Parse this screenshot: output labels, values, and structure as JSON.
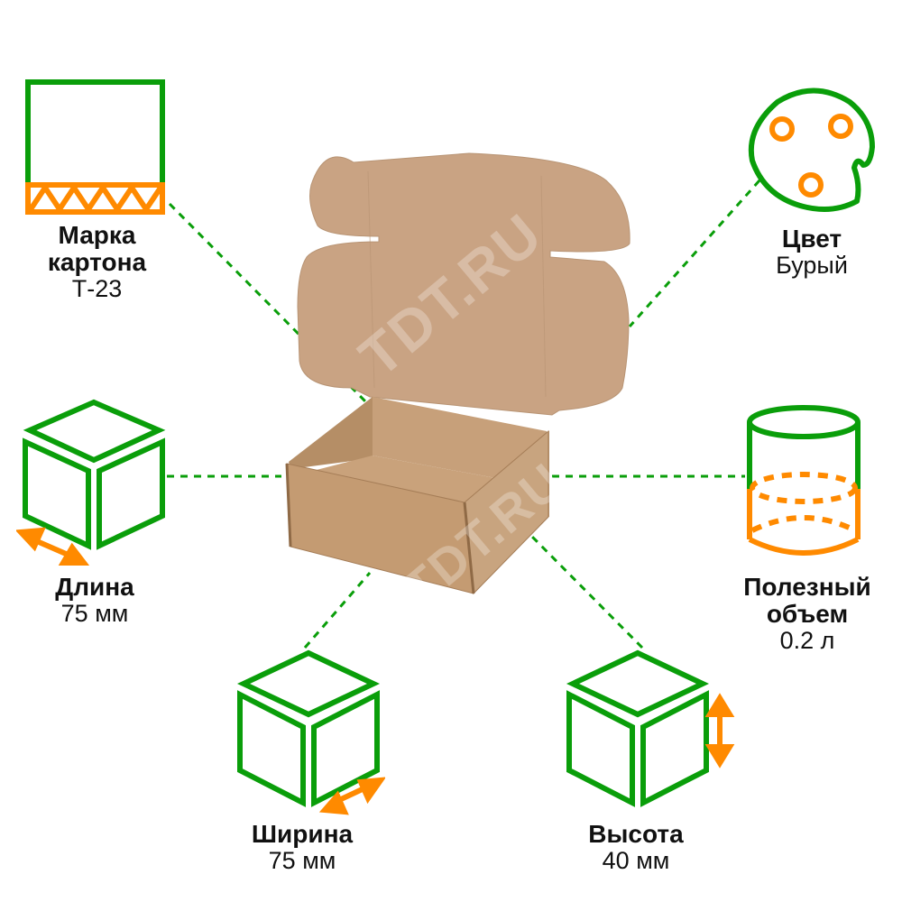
{
  "colors": {
    "green": "#0a9e0a",
    "orange": "#ff8a00",
    "kraft": "#c79f7c",
    "kraft_dark": "#b48a63",
    "text": "#111111"
  },
  "watermark": "TDT.RU",
  "product": {
    "name": "cardboard-mailer-box"
  },
  "specs": {
    "grade": {
      "title_line1": "Марка",
      "title_line2": "картона",
      "value": "Т-23",
      "icon": "corrugated-board-icon"
    },
    "color": {
      "title": "Цвет",
      "value": "Бурый",
      "icon": "palette-icon"
    },
    "length": {
      "title": "Длина",
      "value": "75 мм",
      "icon": "cube-length-icon"
    },
    "volume": {
      "title_line1": "Полезный",
      "title_line2": "объем",
      "value": "0.2 л",
      "icon": "cylinder-volume-icon"
    },
    "width": {
      "title": "Ширина",
      "value": "75 мм",
      "icon": "cube-width-icon"
    },
    "height": {
      "title": "Высота",
      "value": "40 мм",
      "icon": "cube-height-icon"
    }
  }
}
